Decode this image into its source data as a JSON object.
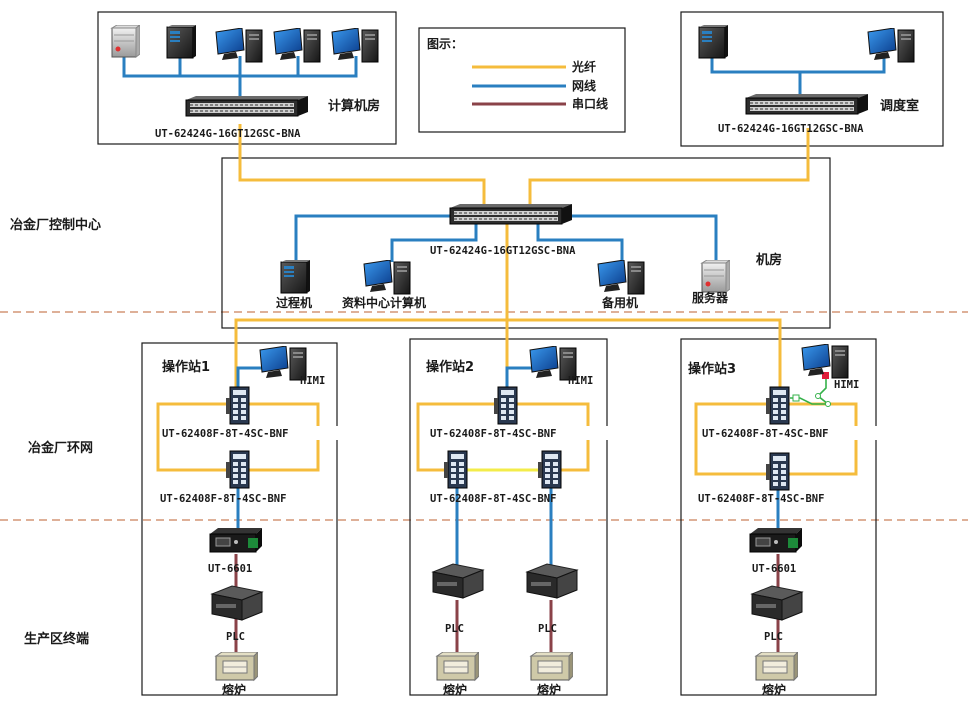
{
  "zones": {
    "control_center": "冶金厂控制中心",
    "ring_network": "冶金厂环网",
    "production_terminal": "生产区终端"
  },
  "legend": {
    "title": "图示：",
    "items": [
      {
        "label": "光纤",
        "color": "#f5bc3c"
      },
      {
        "label": "网线",
        "color": "#2a7fc0"
      },
      {
        "label": "串口线",
        "color": "#8a4248"
      }
    ]
  },
  "rooms": {
    "computer_room": "计算机房",
    "dispatch_room": "调度室",
    "machine_room": "机房"
  },
  "core_switch_model": "UT-62424G-16GT12GSC-BNA",
  "machine_room_devices": [
    "过程机",
    "资料中心计算机",
    "备用机",
    "服务器"
  ],
  "stations": [
    {
      "name": "操作站1",
      "hmi": "HIMI",
      "switch_top": "UT-62408F-8T-4SC-BNF",
      "switch_bottom": "UT-62408F-8T-4SC-BNF",
      "converter": "UT-6601",
      "plc": "PLC",
      "furnace": "熔炉"
    },
    {
      "name": "操作站2",
      "hmi": "HIMI",
      "switch_top": "UT-62408F-8T-4SC-BNF",
      "switch_bottom": "UT-62408F-8T-4SC-BNF",
      "plc_a": "PLC",
      "plc_b": "PLC",
      "furnace_a": "熔炉",
      "furnace_b": "熔炉"
    },
    {
      "name": "操作站3",
      "hmi": "HIMI",
      "switch_top": "UT-62408F-8T-4SC-BNF",
      "switch_bottom": "UT-62408F-8T-4SC-BNF",
      "converter": "UT-6601",
      "plc": "PLC",
      "furnace": "熔炉"
    }
  ],
  "colors": {
    "fiber": "#f5bc3c",
    "ethernet": "#2a7fc0",
    "serial": "#8a4248",
    "zone_divider": "#c9805a"
  }
}
